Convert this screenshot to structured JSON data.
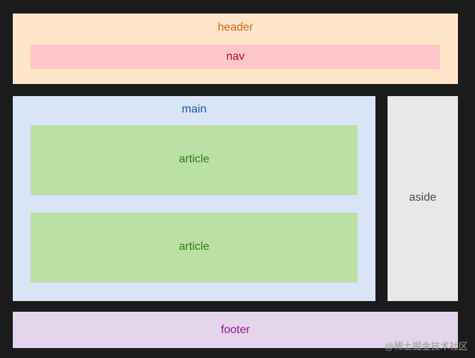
{
  "header": {
    "label": "header"
  },
  "nav": {
    "label": "nav"
  },
  "main": {
    "label": "main",
    "articles": [
      {
        "label": "article"
      },
      {
        "label": "article"
      }
    ]
  },
  "aside": {
    "label": "aside"
  },
  "footer": {
    "label": "footer"
  },
  "watermark": {
    "text": "@稀土掘金技术社区"
  },
  "colors": {
    "background": "#1b1b1b",
    "header": "#ffe5c9",
    "nav": "#ffc6c9",
    "main": "#d9e4f6",
    "article": "#bae0a6",
    "aside": "#e8e8e8",
    "footer": "#e4d4ec"
  }
}
